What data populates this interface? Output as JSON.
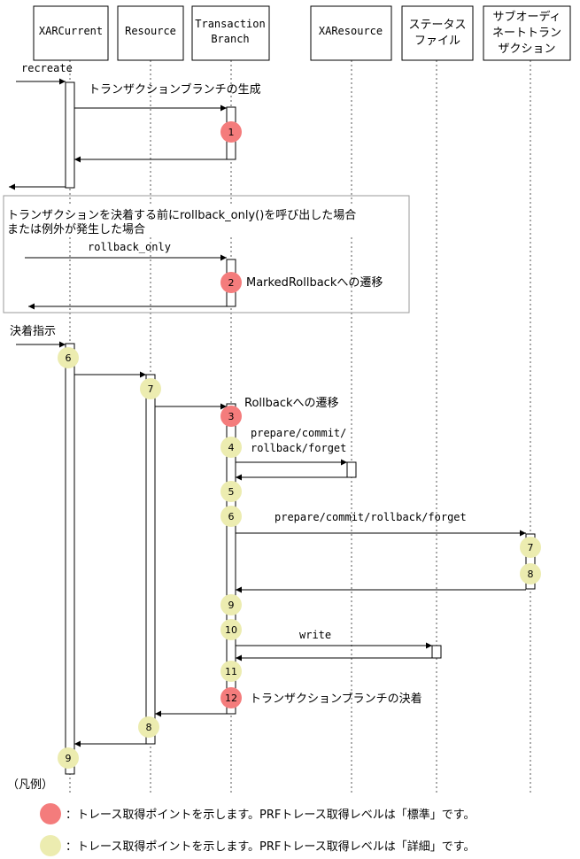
{
  "participants": [
    {
      "id": "xarcurrent",
      "lines": [
        "XARCurrent"
      ]
    },
    {
      "id": "resource",
      "lines": [
        "Resource"
      ]
    },
    {
      "id": "transaction-branch",
      "lines": [
        "Transaction",
        "Branch"
      ]
    },
    {
      "id": "xaresource",
      "lines": [
        "XAResource"
      ]
    },
    {
      "id": "status-file",
      "lines": [
        "ステータス",
        "ファイル"
      ]
    },
    {
      "id": "subordinate",
      "lines": [
        "サブオーディ",
        "ネートトラン",
        "ザクション"
      ]
    }
  ],
  "messages": {
    "recreate": "recreate",
    "create_branch": "トランザクションブランチの生成",
    "rollback_only": "rollback_only",
    "marked_rollback": "MarkedRollbackへの遷移",
    "settle_instruction": "決着指示",
    "rollback_transition": "Rollbackへの遷移",
    "prepare_line1": "prepare/commit/",
    "prepare_line2": "rollback/forget",
    "prepare_sub": "prepare/commit/rollback/forget",
    "write": "write",
    "branch_settle": "トランザクションブランチの決着"
  },
  "condition_box": {
    "line1": "トランザクションを決着する前にrollback_only()を呼び出した場合",
    "line2": "または例外が発生した場合"
  },
  "trace_points": [
    {
      "num": "1",
      "level": "standard"
    },
    {
      "num": "2",
      "level": "standard"
    },
    {
      "num": "6",
      "level": "detail"
    },
    {
      "num": "7",
      "level": "detail"
    },
    {
      "num": "3",
      "level": "standard"
    },
    {
      "num": "4",
      "level": "detail"
    },
    {
      "num": "5",
      "level": "detail"
    },
    {
      "num": "6",
      "level": "detail"
    },
    {
      "num": "7",
      "level": "detail"
    },
    {
      "num": "8",
      "level": "detail"
    },
    {
      "num": "9",
      "level": "detail"
    },
    {
      "num": "10",
      "level": "detail"
    },
    {
      "num": "11",
      "level": "detail"
    },
    {
      "num": "12",
      "level": "standard"
    },
    {
      "num": "8",
      "level": "detail"
    },
    {
      "num": "9",
      "level": "detail"
    }
  ],
  "legend": {
    "title": "（凡例）",
    "standard": "：トレース取得ポイントを示します。PRFトレース取得レベルは「標準」です。",
    "detail": "：トレース取得ポイントを示します。PRFトレース取得レベルは「詳細」です。"
  },
  "colors": {
    "standard": "#f47c7c",
    "detail": "#ececb0"
  }
}
